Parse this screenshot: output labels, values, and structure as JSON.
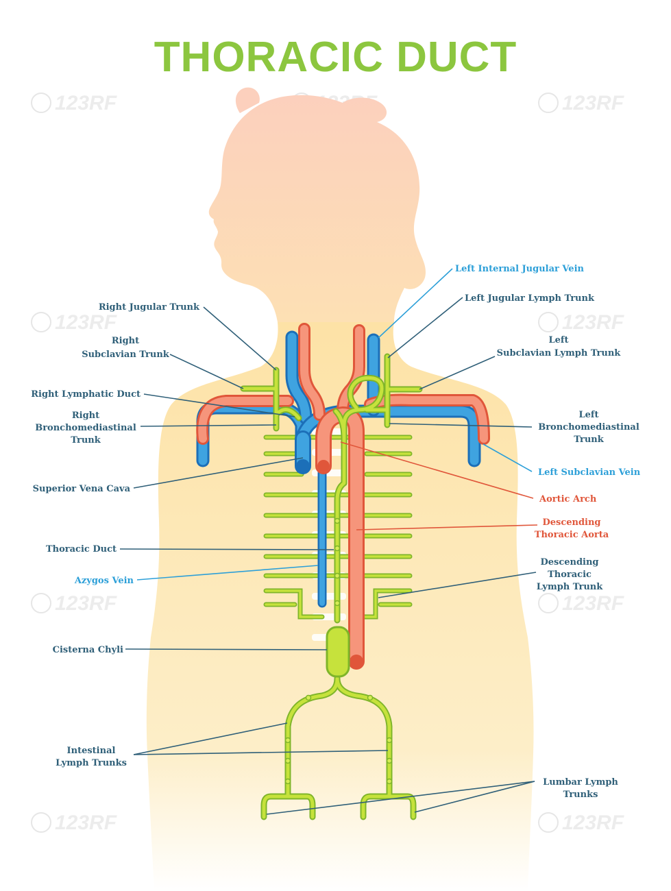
{
  "title": "THORACIC DUCT",
  "colors": {
    "title": "#8cc63f",
    "lymph": "#b6d92f",
    "lymph_outline": "#7fb52a",
    "vein": "#3fa3e0",
    "vein_outline": "#1c6fb8",
    "artery": "#f6957b",
    "artery_outline": "#e0563a",
    "label_dark": "#2f5f78",
    "label_blue": "#2c9fd8",
    "label_red": "#e0563a",
    "head": "#fcd3c0",
    "torso": "#fde6b0"
  },
  "labels": {
    "left_internal_jugular_vein": "Left Internal Jugular Vein",
    "left_jugular_lymph_trunk": "Left Jugular Lymph Trunk",
    "left_subclavian_1": "Left",
    "left_subclavian_2": "Subclavian Lymph Trunk",
    "left_broncho_1": "Left",
    "left_broncho_2": "Bronchomediastinal",
    "left_broncho_3": "Trunk",
    "left_subclavian_vein": "Left Subclavian Vein",
    "aortic_arch": "Aortic Arch",
    "desc_aorta_1": "Descending",
    "desc_aorta_2": "Thoracic Aorta",
    "desc_lymph_1": "Descending",
    "desc_lymph_2": "Thoracic",
    "desc_lymph_3": "Lymph Trunk",
    "lumbar_1": "Lumbar Lymph",
    "lumbar_2": "Trunks",
    "right_jugular_trunk": "Right Jugular Trunk",
    "right_subclavian_1": "Right",
    "right_subclavian_2": "Subclavian Trunk",
    "right_lymphatic_duct": "Right Lymphatic Duct",
    "right_broncho_1": "Right",
    "right_broncho_2": "Bronchomediastinal",
    "right_broncho_3": "Trunk",
    "superior_vena_cava": "Superior Vena Cava",
    "thoracic_duct": "Thoracic Duct",
    "azygos_vein": "Azygos Vein",
    "cisterna_chyli": "Cisterna Chyli",
    "intestinal_1": "Intestinal",
    "intestinal_2": "Lymph Trunks"
  },
  "watermark": "123RF"
}
